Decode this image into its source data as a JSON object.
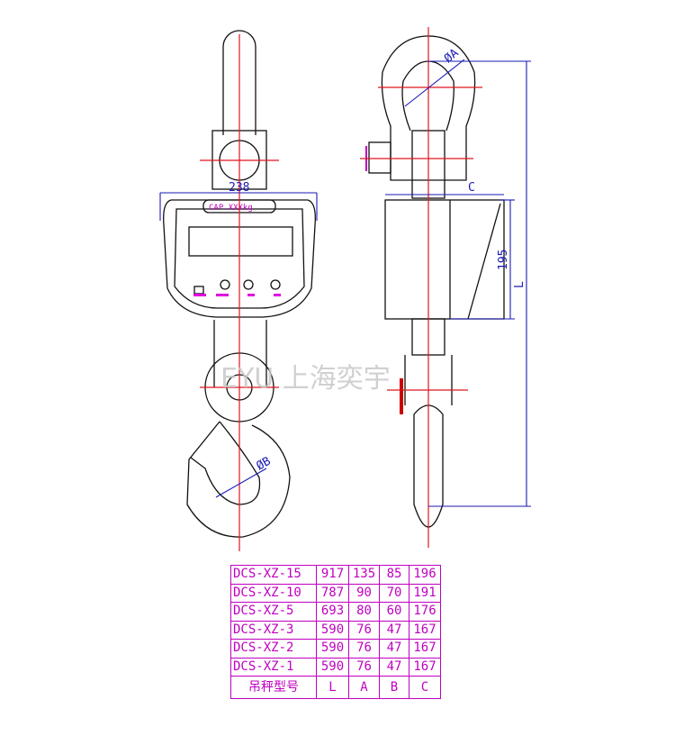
{
  "drawing": {
    "width_dim": "238",
    "cap_label": "CAP.XXXkg",
    "shackle_dia": "ØA",
    "hook_dia": "ØB",
    "dim_c": "C",
    "dim_195": "195",
    "dim_l": "L",
    "watermark": "EYU 上海奕宇"
  },
  "table": {
    "header": [
      "吊秤型号",
      "L",
      "A",
      "B",
      "C"
    ],
    "rows": [
      [
        "DCS-XZ-15",
        "917",
        "135",
        "85",
        "196"
      ],
      [
        "DCS-XZ-10",
        "787",
        "90",
        "70",
        "191"
      ],
      [
        "DCS-XZ-5",
        "693",
        "80",
        "60",
        "176"
      ],
      [
        "DCS-XZ-3",
        "590",
        "76",
        "47",
        "167"
      ],
      [
        "DCS-XZ-2",
        "590",
        "76",
        "47",
        "167"
      ],
      [
        "DCS-XZ-1",
        "590",
        "76",
        "47",
        "167"
      ]
    ]
  }
}
